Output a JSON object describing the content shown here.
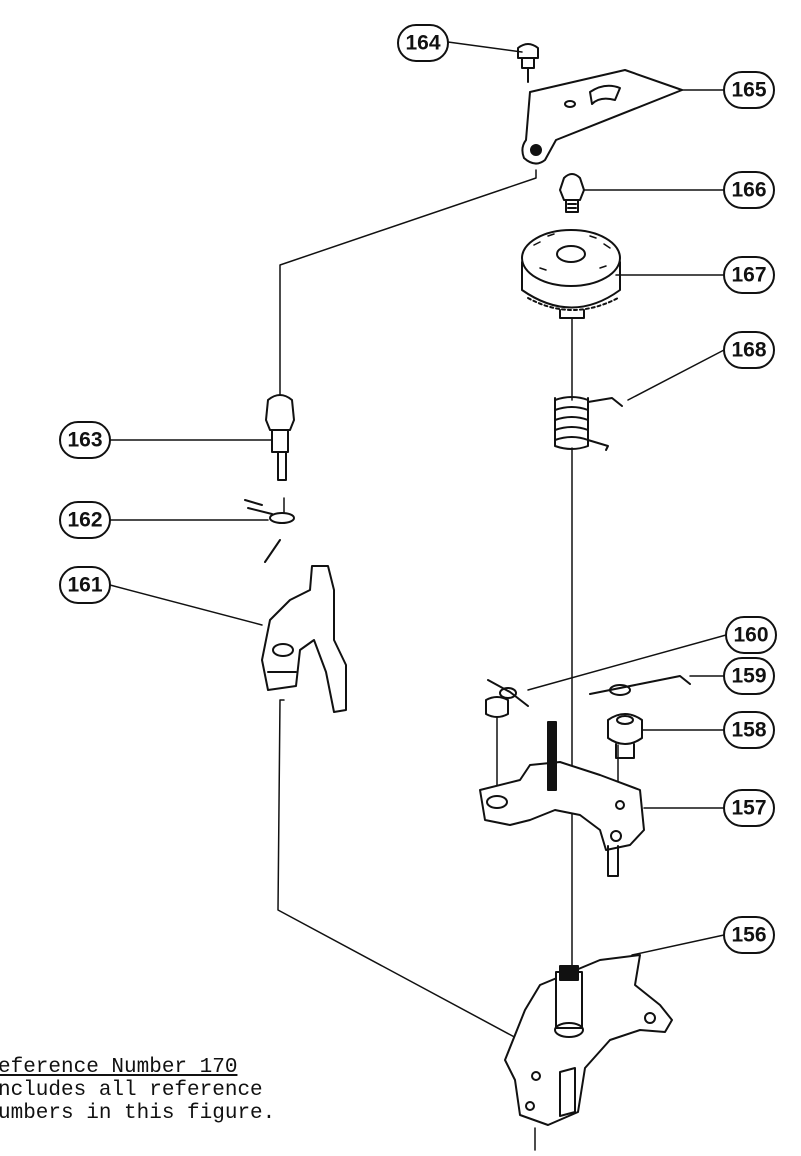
{
  "callouts": [
    {
      "id": "156",
      "label": "156"
    },
    {
      "id": "157",
      "label": "157"
    },
    {
      "id": "158",
      "label": "158"
    },
    {
      "id": "159",
      "label": "159"
    },
    {
      "id": "160",
      "label": "160"
    },
    {
      "id": "161",
      "label": "161"
    },
    {
      "id": "162",
      "label": "162"
    },
    {
      "id": "163",
      "label": "163"
    },
    {
      "id": "164",
      "label": "164"
    },
    {
      "id": "165",
      "label": "165"
    },
    {
      "id": "166",
      "label": "166"
    },
    {
      "id": "167",
      "label": "167"
    },
    {
      "id": "168",
      "label": "168"
    }
  ],
  "note": {
    "line1": "eference Number 170",
    "line2": "ncludes all reference",
    "line3": "umbers in this figure."
  },
  "colors": {
    "ink": "#111111",
    "paper": "#ffffff"
  }
}
